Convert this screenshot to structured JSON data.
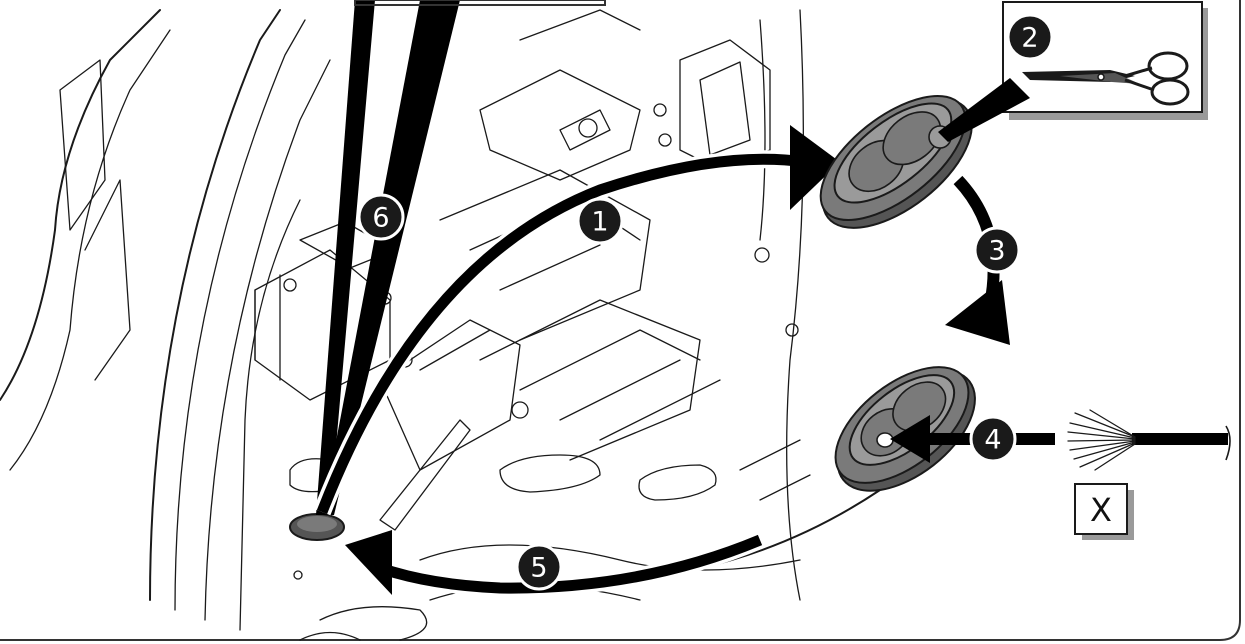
{
  "colors": {
    "arrow": "#000000",
    "badge": "#1a1a1a",
    "badge_text": "#ffffff",
    "grommet_fill": "#7a7a7a",
    "grommet_dark": "#555555",
    "grommet_light": "#9a9a9a",
    "line": "#1a1a1a",
    "frame": "#333333",
    "background": "#ffffff"
  },
  "steps": [
    {
      "label": "1"
    },
    {
      "label": "2"
    },
    {
      "label": "3"
    },
    {
      "label": "4"
    },
    {
      "label": "5"
    },
    {
      "label": "6"
    }
  ],
  "cable_label": "X",
  "icons": {
    "tool": "scissors-icon",
    "part": "rubber-grommet",
    "wire": "cable-icon"
  }
}
